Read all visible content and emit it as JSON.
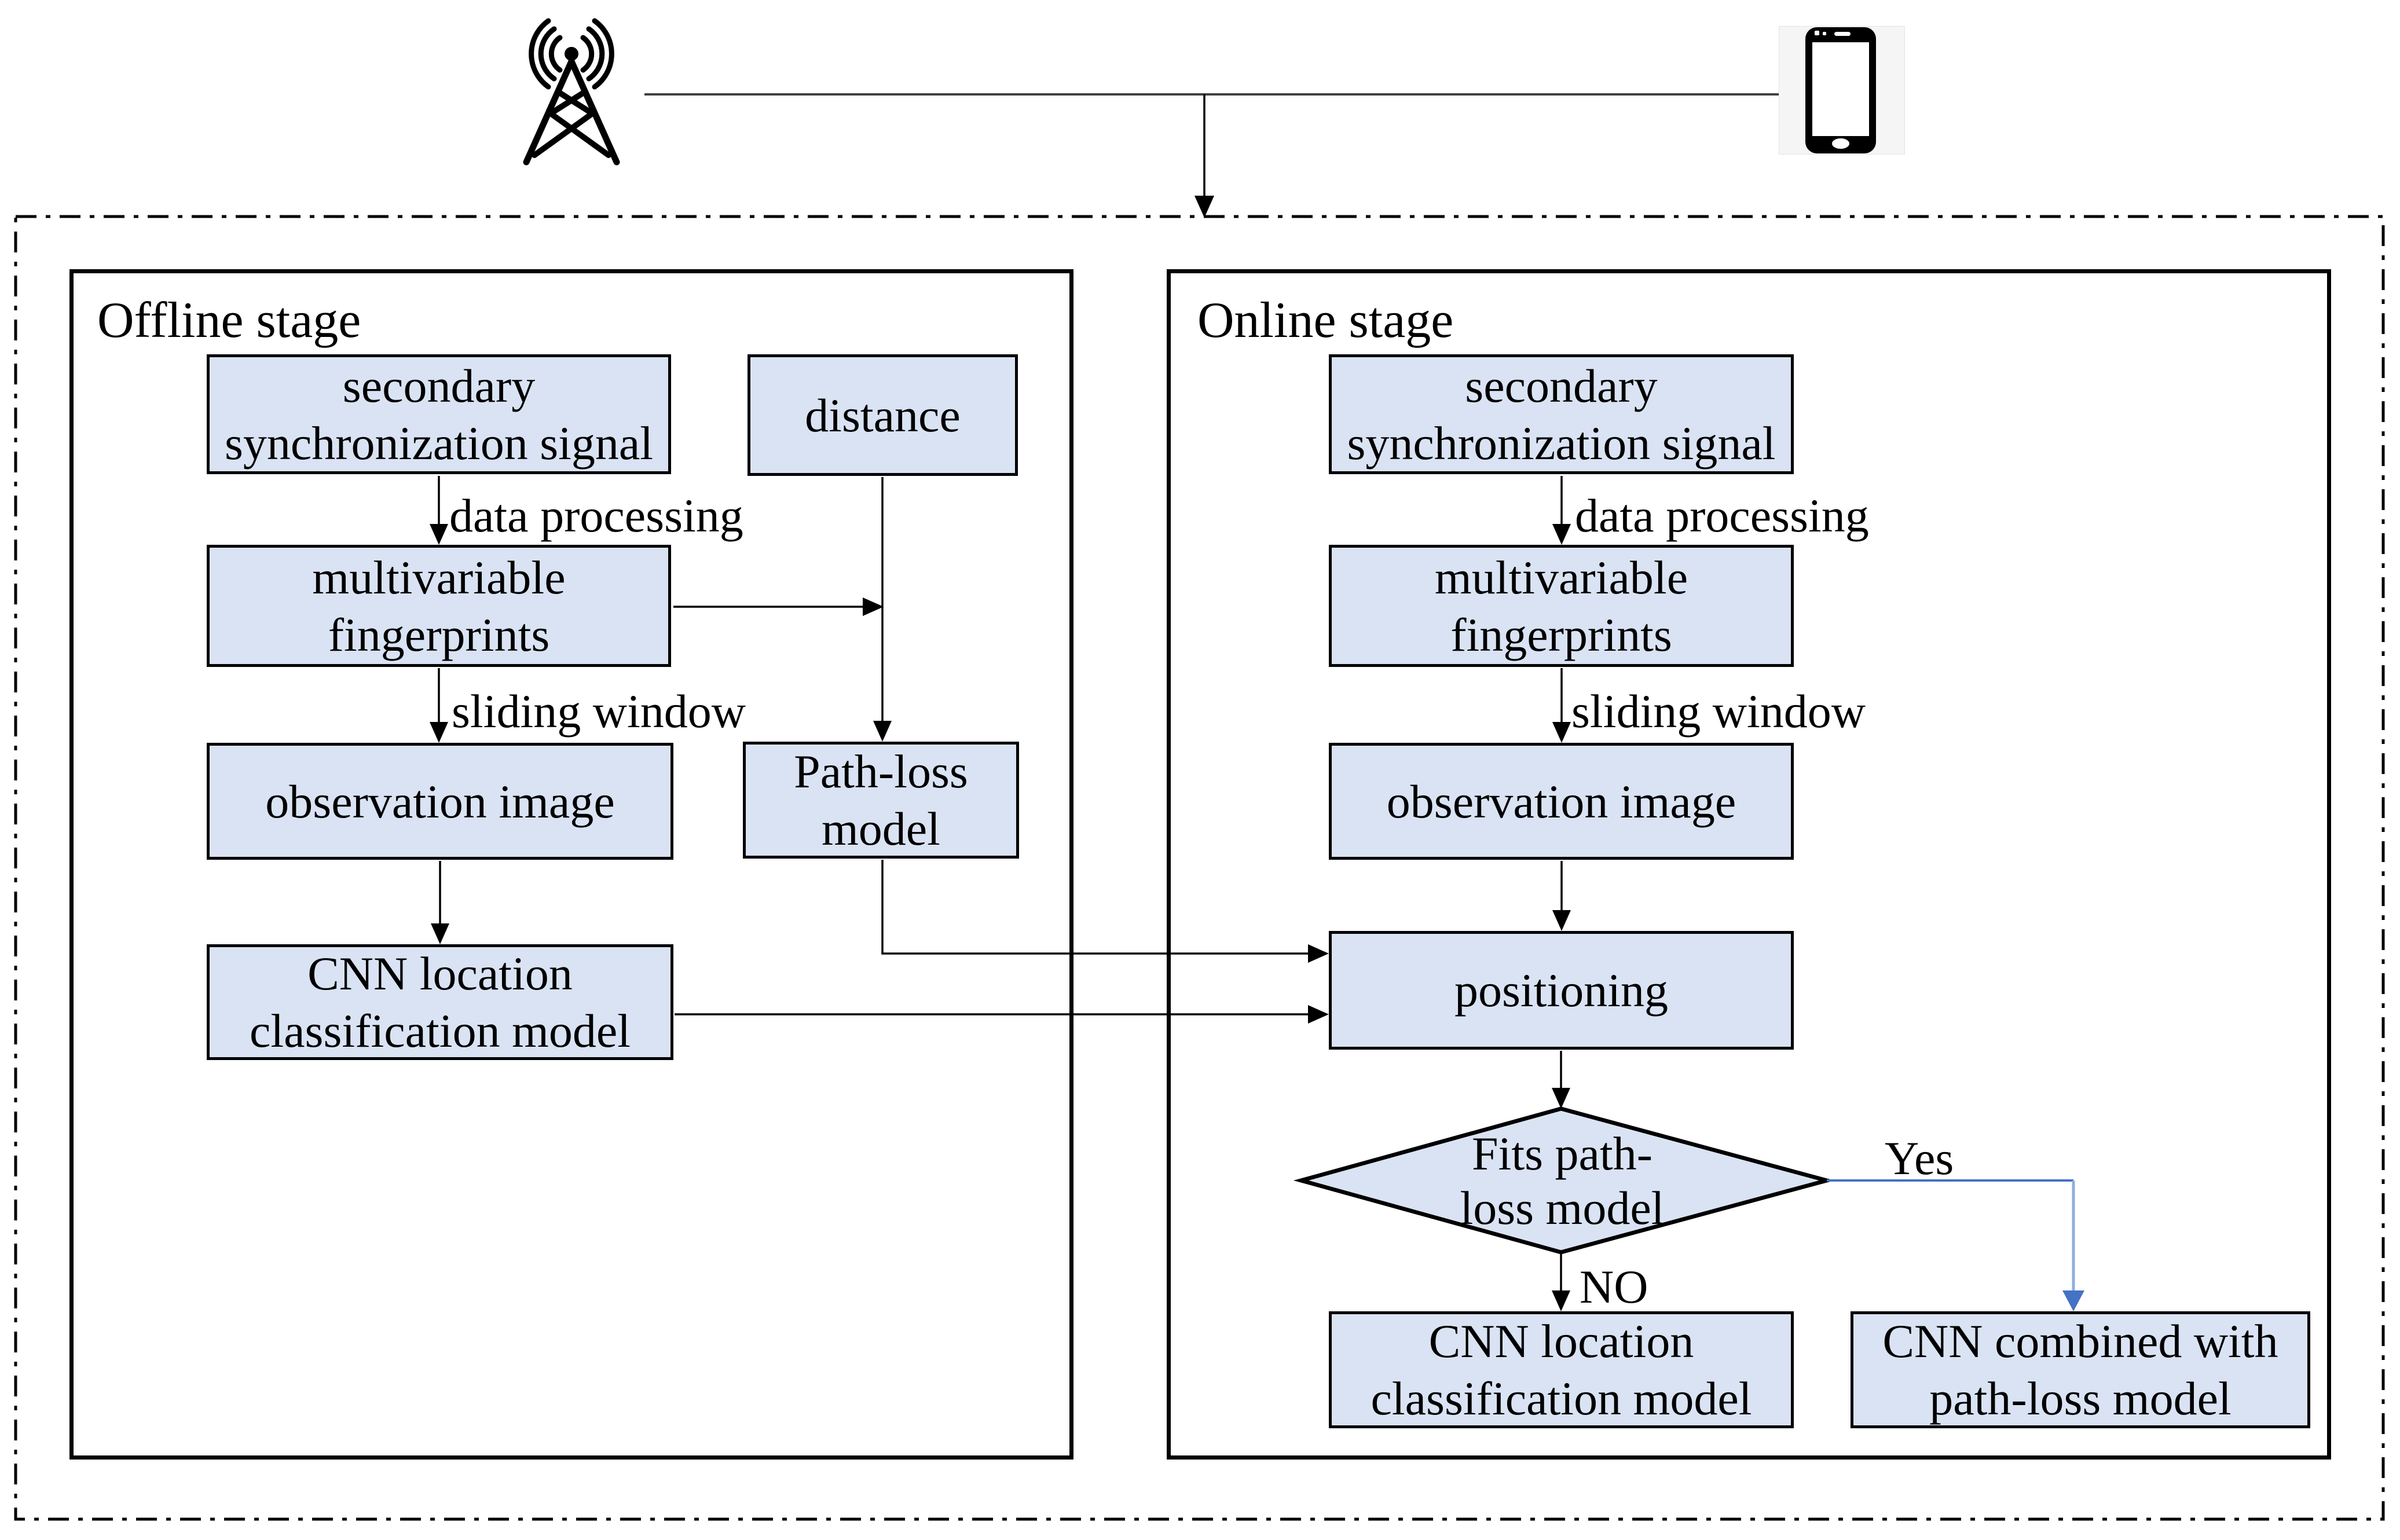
{
  "colors": {
    "box_fill": "#dae3f3",
    "outline": "#000000",
    "yes_arrow_blue": "#4472c4",
    "link_line_gray": "#404040",
    "phone_background": "#f5f5f5"
  },
  "icons": {
    "left": "antenna-icon",
    "right": "smartphone-icon"
  },
  "offline": {
    "title": "Offline stage",
    "boxes": {
      "secondary": "secondary\nsynchronization signal",
      "distance": "distance",
      "multivariable": "multivariable\nfingerprints",
      "observation": "observation image",
      "pathloss": "Path-loss\nmodel",
      "cnn": "CNN location\nclassification model"
    },
    "labels": {
      "data_processing": "data processing",
      "sliding_window": "sliding window"
    }
  },
  "online": {
    "title": "Online stage",
    "boxes": {
      "secondary": "secondary\nsynchronization signal",
      "multivariable": "multivariable\nfingerprints",
      "observation": "observation image",
      "positioning": "positioning",
      "decision": "Fits path-\nloss model",
      "cnn": "CNN location\nclassification model",
      "cnn_combined": "CNN combined with\npath-loss model"
    },
    "labels": {
      "data_processing": "data processing",
      "sliding_window": "sliding window",
      "yes": "Yes",
      "no": "NO"
    }
  }
}
